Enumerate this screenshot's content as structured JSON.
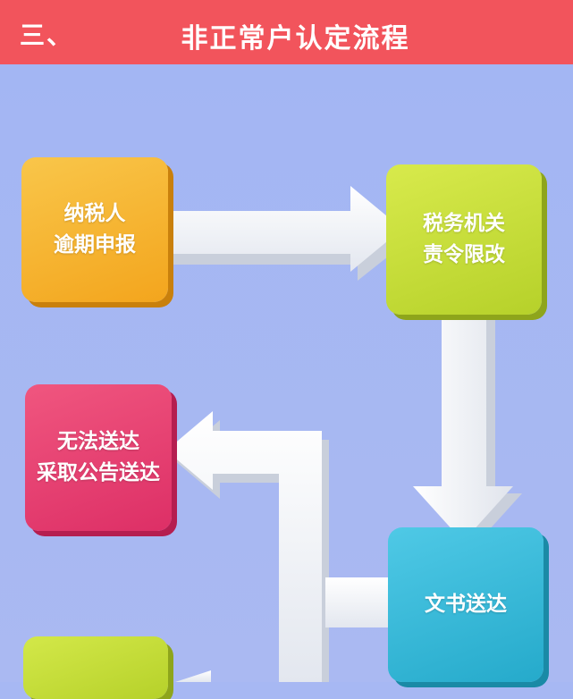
{
  "header": {
    "number": "三、",
    "title": "非正常户认定流程"
  },
  "steps": [
    {
      "id": "overdue-filing",
      "lines": [
        "纳税人",
        "逾期申报"
      ],
      "color": "#f5ad27"
    },
    {
      "id": "order-correction",
      "lines": [
        "税务机关",
        "责令限改"
      ],
      "color": "#c4dc36"
    },
    {
      "id": "document-delivery",
      "lines": [
        "文书送达"
      ],
      "color": "#33b6d6"
    },
    {
      "id": "public-notice",
      "lines": [
        "无法送达",
        "采取公告送达"
      ],
      "color": "#e63e70"
    },
    {
      "id": "next-step",
      "lines": [],
      "color": "#c4dc36"
    }
  ],
  "colors": {
    "header": "#f2545c",
    "background": "#a7b8f3",
    "arrow": "#f4f6fa"
  }
}
